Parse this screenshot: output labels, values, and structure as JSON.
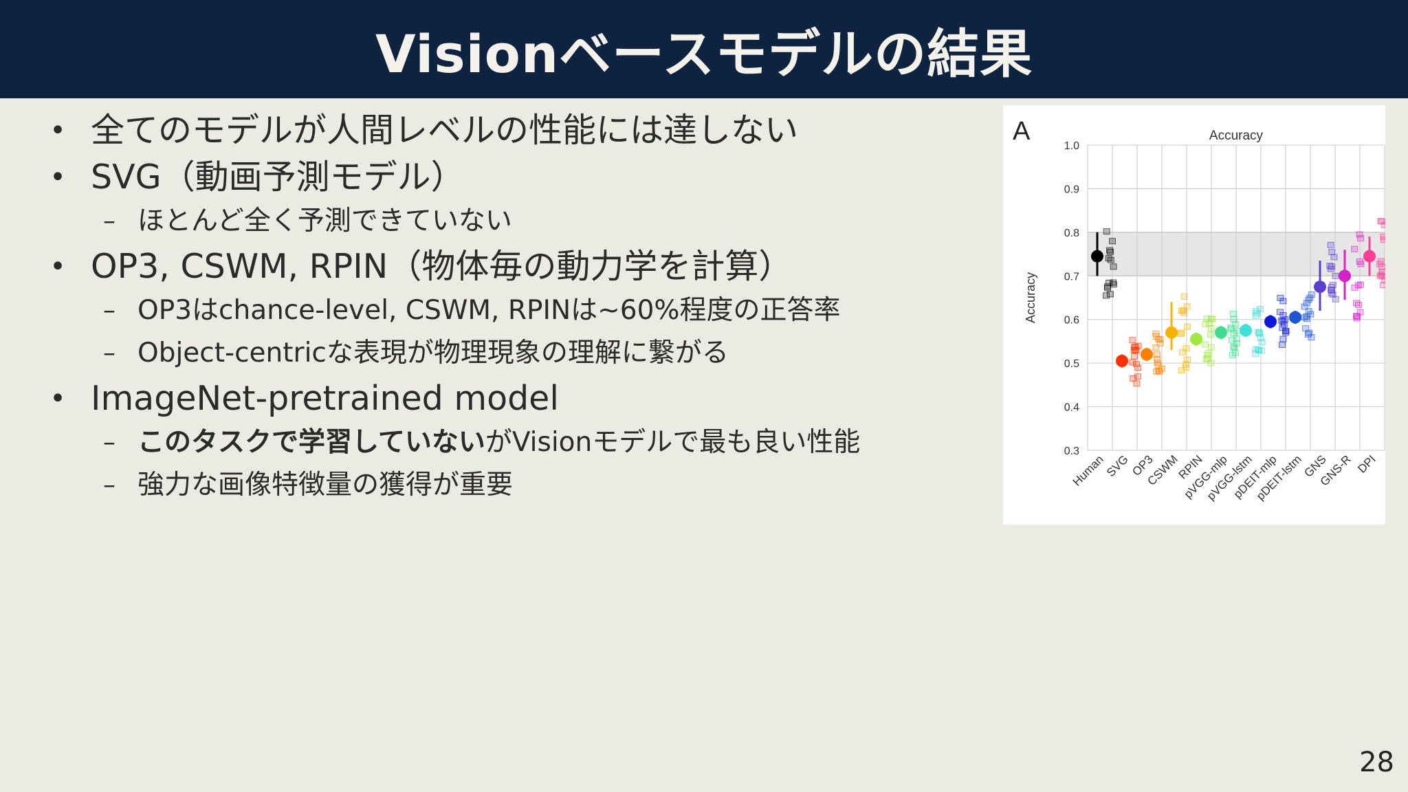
{
  "slide": {
    "title": "Visionベースモデルの結果",
    "page_number": "28"
  },
  "bullets": [
    {
      "text": "全てのモデルが人間レベルの性能には達しない",
      "subs": []
    },
    {
      "text": "SVG（動画予測モデル）",
      "subs": [
        {
          "parts": [
            {
              "text": "ほとんど全く予測できていない",
              "bold": false
            }
          ]
        }
      ]
    },
    {
      "text": "OP3, CSWM, RPIN（物体毎の動力学を計算）",
      "subs": [
        {
          "parts": [
            {
              "text": "OP3はchance-level, CSWM, RPINは~60%程度の正答率",
              "bold": false
            }
          ]
        },
        {
          "parts": [
            {
              "text": "Object-centricな表現が物理現象の理解に繋がる",
              "bold": false
            }
          ]
        }
      ]
    },
    {
      "text": "ImageNet-pretrained model",
      "subs": [
        {
          "parts": [
            {
              "text": "このタスクで学習していない",
              "bold": true
            },
            {
              "text": "がVisionモデルで最も良い性能",
              "bold": false
            }
          ]
        },
        {
          "parts": [
            {
              "text": "強力な画像特徴量の獲得が重要",
              "bold": false
            }
          ]
        }
      ]
    }
  ],
  "chart_data": {
    "type": "scatter",
    "panel_label": "A",
    "title": "Accuracy",
    "xlabel": "",
    "ylabel": "Accuracy",
    "ylim": [
      0.3,
      1.0
    ],
    "yticks": [
      "0.3",
      "0.4",
      "0.5",
      "0.6",
      "0.7",
      "0.8",
      "0.9",
      "1.0"
    ],
    "grid": true,
    "human_band": [
      0.7,
      0.8
    ],
    "categories": [
      "Human",
      "SVG",
      "OP3",
      "CSWM",
      "RPIN",
      "pVGG-mlp",
      "pVGG-lstm",
      "pDEIT-mlp",
      "pDEIT-lstm",
      "GNS",
      "GNS-R",
      "DPI"
    ],
    "means": [
      0.745,
      0.505,
      0.52,
      0.57,
      0.555,
      0.57,
      0.575,
      0.595,
      0.605,
      0.675,
      0.7,
      0.745
    ],
    "ci_low": [
      0.7,
      0.49,
      0.505,
      0.53,
      0.54,
      0.555,
      0.56,
      0.58,
      0.59,
      0.62,
      0.645,
      0.7
    ],
    "ci_high": [
      0.8,
      0.52,
      0.535,
      0.64,
      0.57,
      0.585,
      0.59,
      0.61,
      0.62,
      0.735,
      0.76,
      0.79
    ],
    "colors": [
      "#000000",
      "#ff2a00",
      "#ff7a00",
      "#f5b800",
      "#c8e600",
      "#55e030",
      "#20e0b0",
      "#33ccdd",
      "#1020e0",
      "#2050d0",
      "#6040c0",
      "#e030b0",
      "#ff3a9a"
    ],
    "point_colors": [
      "#000000",
      "#ff3000",
      "#ff8000",
      "#f2b400",
      "#9ee840",
      "#3ddc8c",
      "#3ee0d8",
      "#0a1ad8",
      "#1e56d6",
      "#5a3fd0",
      "#d820c8",
      "#ff3d96"
    ]
  }
}
